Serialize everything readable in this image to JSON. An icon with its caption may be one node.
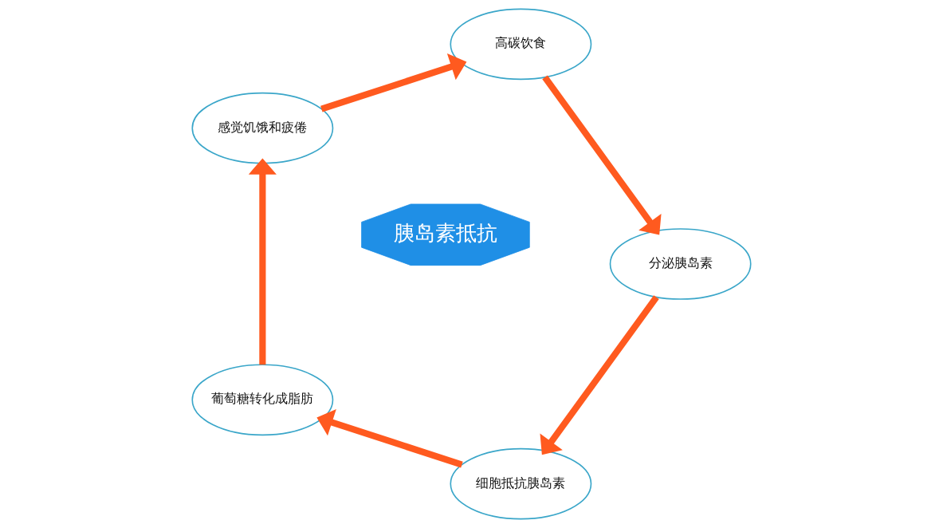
{
  "diagram": {
    "nodes": [
      {
        "text": [
          "胰岛素抵抗"
        ]
      },
      {
        "text": [
          "高碳饮食"
        ]
      },
      {
        "text": [
          "分泌胰岛素"
        ]
      },
      {
        "text": [
          "细胞抵抗胰岛素"
        ]
      },
      {
        "text": [
          "葡萄糖转化成脂肪"
        ]
      },
      {
        "text": [
          "感觉饥饿和疲倦"
        ]
      }
    ],
    "edges": [
      {
        "from": 1,
        "to": 2,
        "arrow": "to"
      },
      {
        "from": 2,
        "to": 3,
        "arrow": "to"
      },
      {
        "from": 3,
        "to": 4,
        "arrow": "to"
      },
      {
        "from": 4,
        "to": 5,
        "arrow": "to"
      },
      {
        "from": 5,
        "to": 1,
        "arrow": "to"
      }
    ]
  }
}
